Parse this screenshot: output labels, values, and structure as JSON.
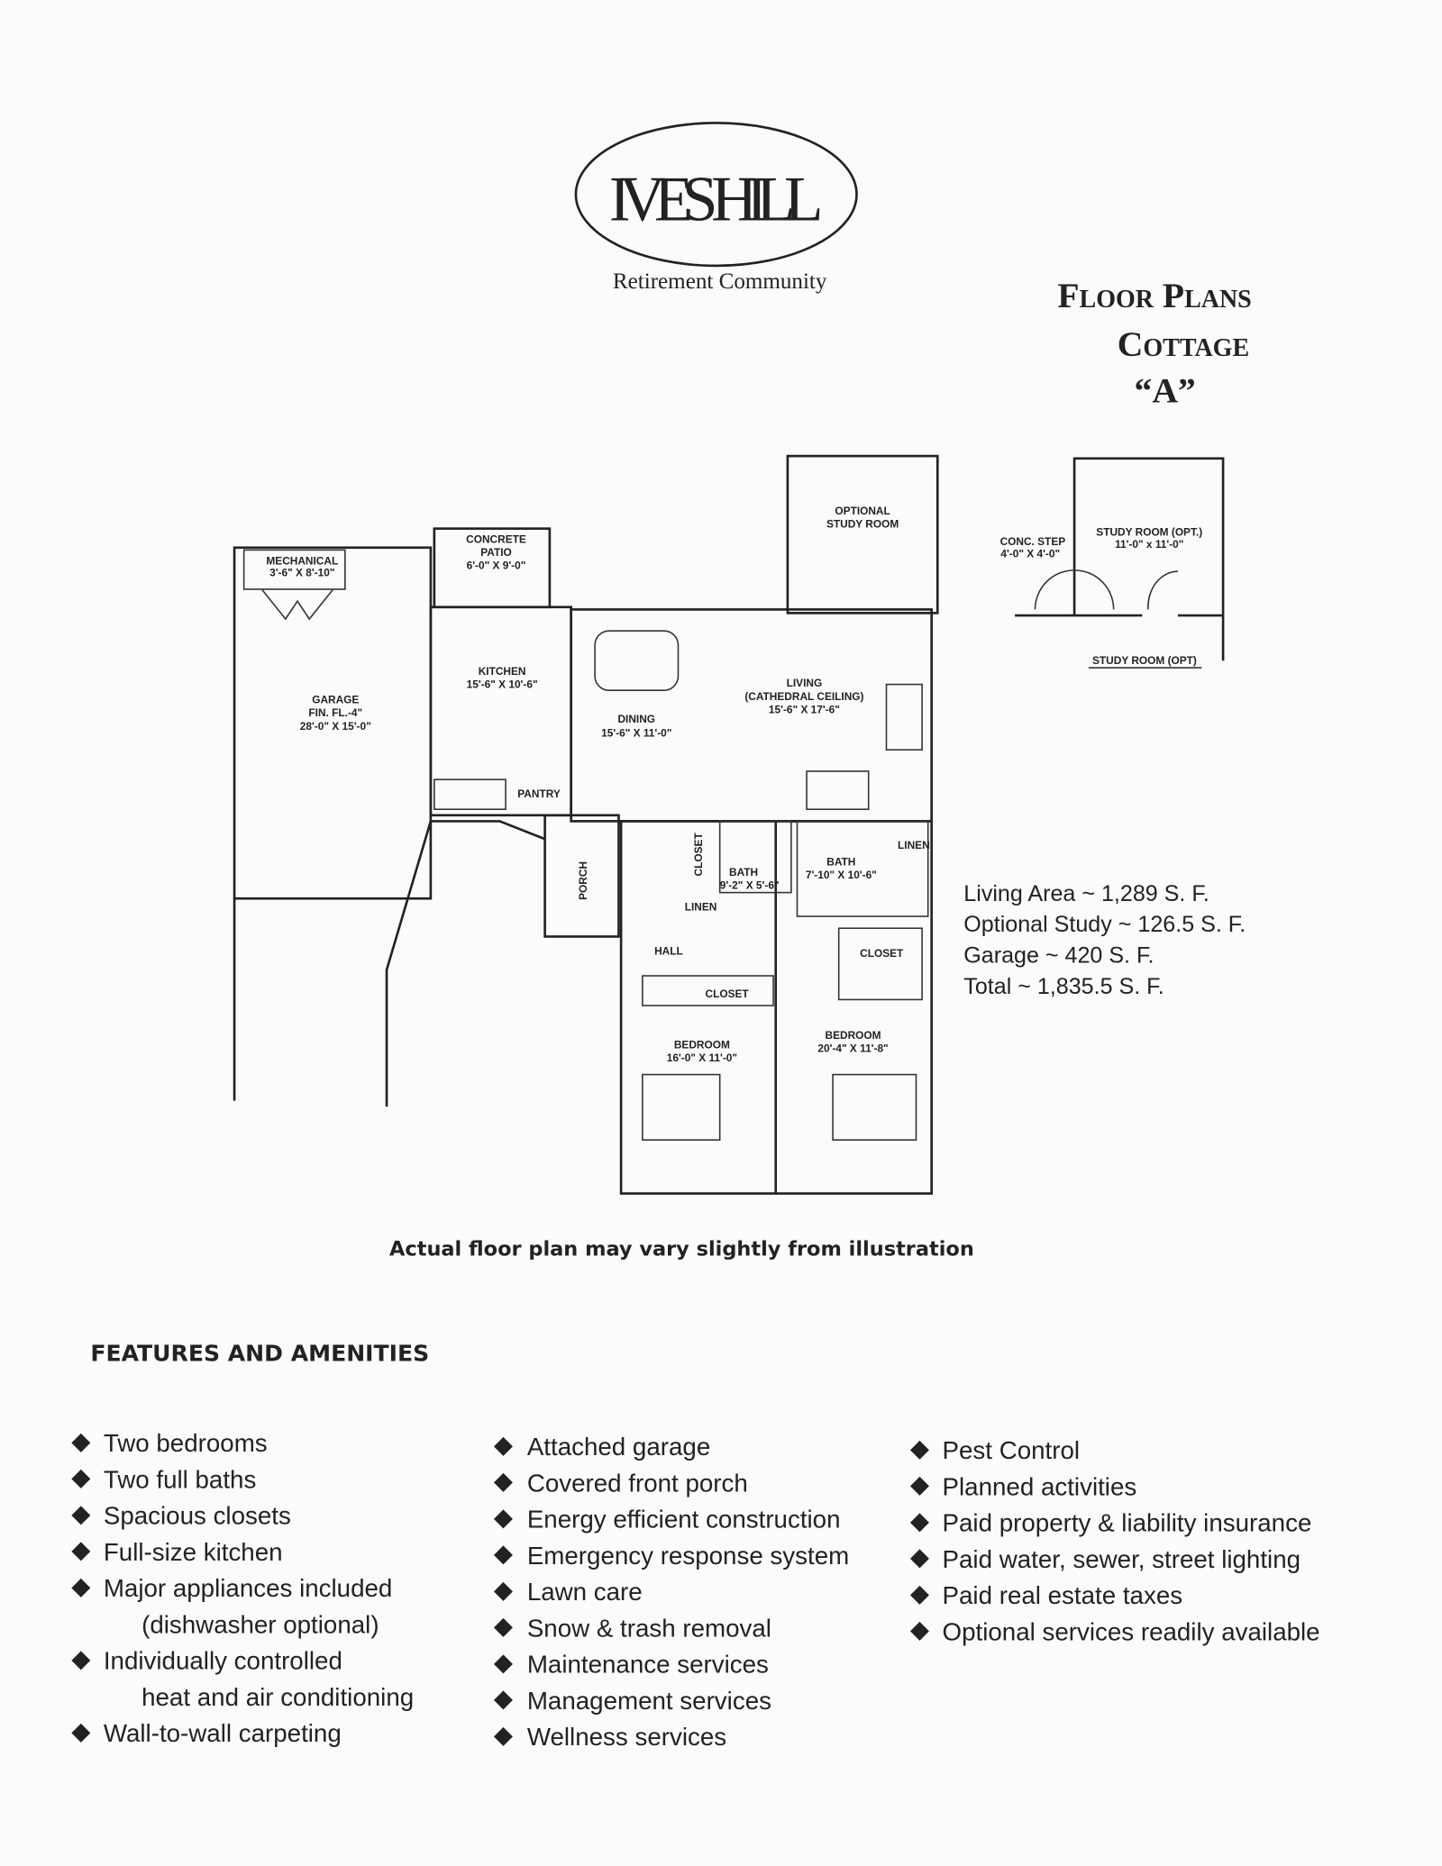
{
  "logo": {
    "name": "IVES HILL",
    "tagline": "Retirement Community"
  },
  "title": {
    "line1": "Floor Plans",
    "line2": "Cottage",
    "line3": "“A”"
  },
  "rooms": {
    "mechanical": "MECHANICAL",
    "mechanical_dim": "3'-6\" X 8'-10\"",
    "patio": "CONCRETE",
    "patio2": "PATIO",
    "patio_dim": "6'-0\" X 9'-0\"",
    "study": "OPTIONAL",
    "study2": "STUDY ROOM",
    "garage": "GARAGE",
    "garage_fl": "FIN. FL.-4\"",
    "garage_dim": "28'-0\" X 15'-0\"",
    "kitchen": "KITCHEN",
    "kitchen_dim": "15'-6\" X 10'-6\"",
    "dining": "DINING",
    "dining_dim": "15'-6\" X 11'-0\"",
    "living": "LIVING",
    "living_note": "(CATHEDRAL CEILING)",
    "living_dim": "15'-6\" X 17'-6\"",
    "pantry": "PANTRY",
    "porch": "PORCH",
    "closet": "CLOSET",
    "linen": "LINEN",
    "bath1": "BATH",
    "bath1_dim": "9'-2\" X 5'-6\"",
    "bath2": "BATH",
    "bath2_dim": "7'-10\" X 10'-6\"",
    "hall": "HALL",
    "bed1": "BEDROOM",
    "bed1_dim": "16'-0\" X 11'-0\"",
    "bed2": "BEDROOM",
    "bed2_dim": "20'-4\" X 11'-8\""
  },
  "inset": {
    "step": "CONC. STEP",
    "step_dim": "4'-0\" X 4'-0\"",
    "study": "STUDY ROOM (OPT.)",
    "study_dim": "11'-0\" x 11'-0\"",
    "caption": "STUDY ROOM (OPT)"
  },
  "areas": [
    "Living Area ~ 1,289  S. F.",
    "Optional Study ~ 126.5  S. F.",
    "Garage ~ 420  S. F.",
    "Total ~ 1,835.5  S. F."
  ],
  "disclaimer": "Actual floor plan may vary slightly from illustration",
  "features": {
    "heading": "FEATURES AND AMENITIES",
    "col1": [
      "Two bedrooms",
      "Two full baths",
      "Spacious closets",
      "Full-size kitchen",
      "Major appliances included",
      "(dishwasher optional)",
      "Individually controlled",
      "heat and air conditioning",
      "Wall-to-wall carpeting"
    ],
    "col2": [
      "Attached garage",
      "Covered front porch",
      "Energy efficient construction",
      "Emergency response system",
      "Lawn care",
      "Snow & trash removal",
      "Maintenance services",
      "Management services",
      "Wellness services"
    ],
    "col3": [
      "Pest Control",
      "Planned activities",
      "Paid property & liability insurance",
      "Paid water, sewer, street lighting",
      "Paid real estate taxes",
      "Optional services readily available"
    ]
  }
}
